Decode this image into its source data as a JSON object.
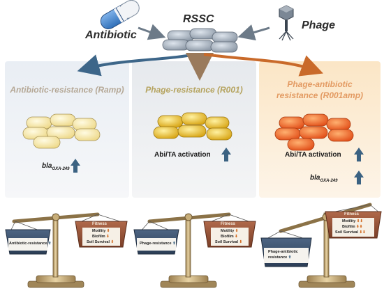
{
  "labels": {
    "antibiotic": "Antibiotic",
    "rssc": "RSSC",
    "phage": "Phage"
  },
  "panels": [
    {
      "title": "Antibiotic-resistance (Ramp)",
      "markers": [
        {
          "gene": "bla",
          "sub": "OXA-249"
        }
      ]
    },
    {
      "title": "Phage-resistance (R001)",
      "markers": [
        {
          "text": "Abi/TA activation"
        }
      ]
    },
    {
      "title_line1": "Phage-antibiotic",
      "title_line2": "resistance (R001amp)",
      "markers": [
        {
          "text": "Abi/TA activation"
        },
        {
          "gene": "bla",
          "sub": "OXA-249"
        }
      ]
    }
  ],
  "scales": [
    {
      "resistance_label": "Antibiotic-resistance",
      "fitness": {
        "title": "Fitness",
        "items": [
          "Motility",
          "Biofilm",
          "Soil Survival"
        ]
      }
    },
    {
      "resistance_label": "Phage-resistance",
      "fitness": {
        "title": "Fitness",
        "items": [
          "Motility",
          "Biofilm",
          "Soil Survival"
        ]
      }
    },
    {
      "resistance_label_line1": "Phage-antibiotic",
      "resistance_label_line2": "resistance",
      "fitness": {
        "title": "Fitness",
        "items": [
          "Motility",
          "Biofilm",
          "Soil Survival"
        ]
      }
    }
  ],
  "colors": {
    "panel1_bg": "#f1f4f8",
    "panel2_bg": "#eceff2",
    "panel3_bg": "#fbeede",
    "cell_cream": "#f7e9a8",
    "cell_gold": "#e8c235",
    "cell_orange": "#ee6a22",
    "arrow_blue": "#3d6689",
    "arrow_brown": "#9a7a5c",
    "arrow_orange": "#c96a2a",
    "up_arrow": "#3b6282"
  }
}
